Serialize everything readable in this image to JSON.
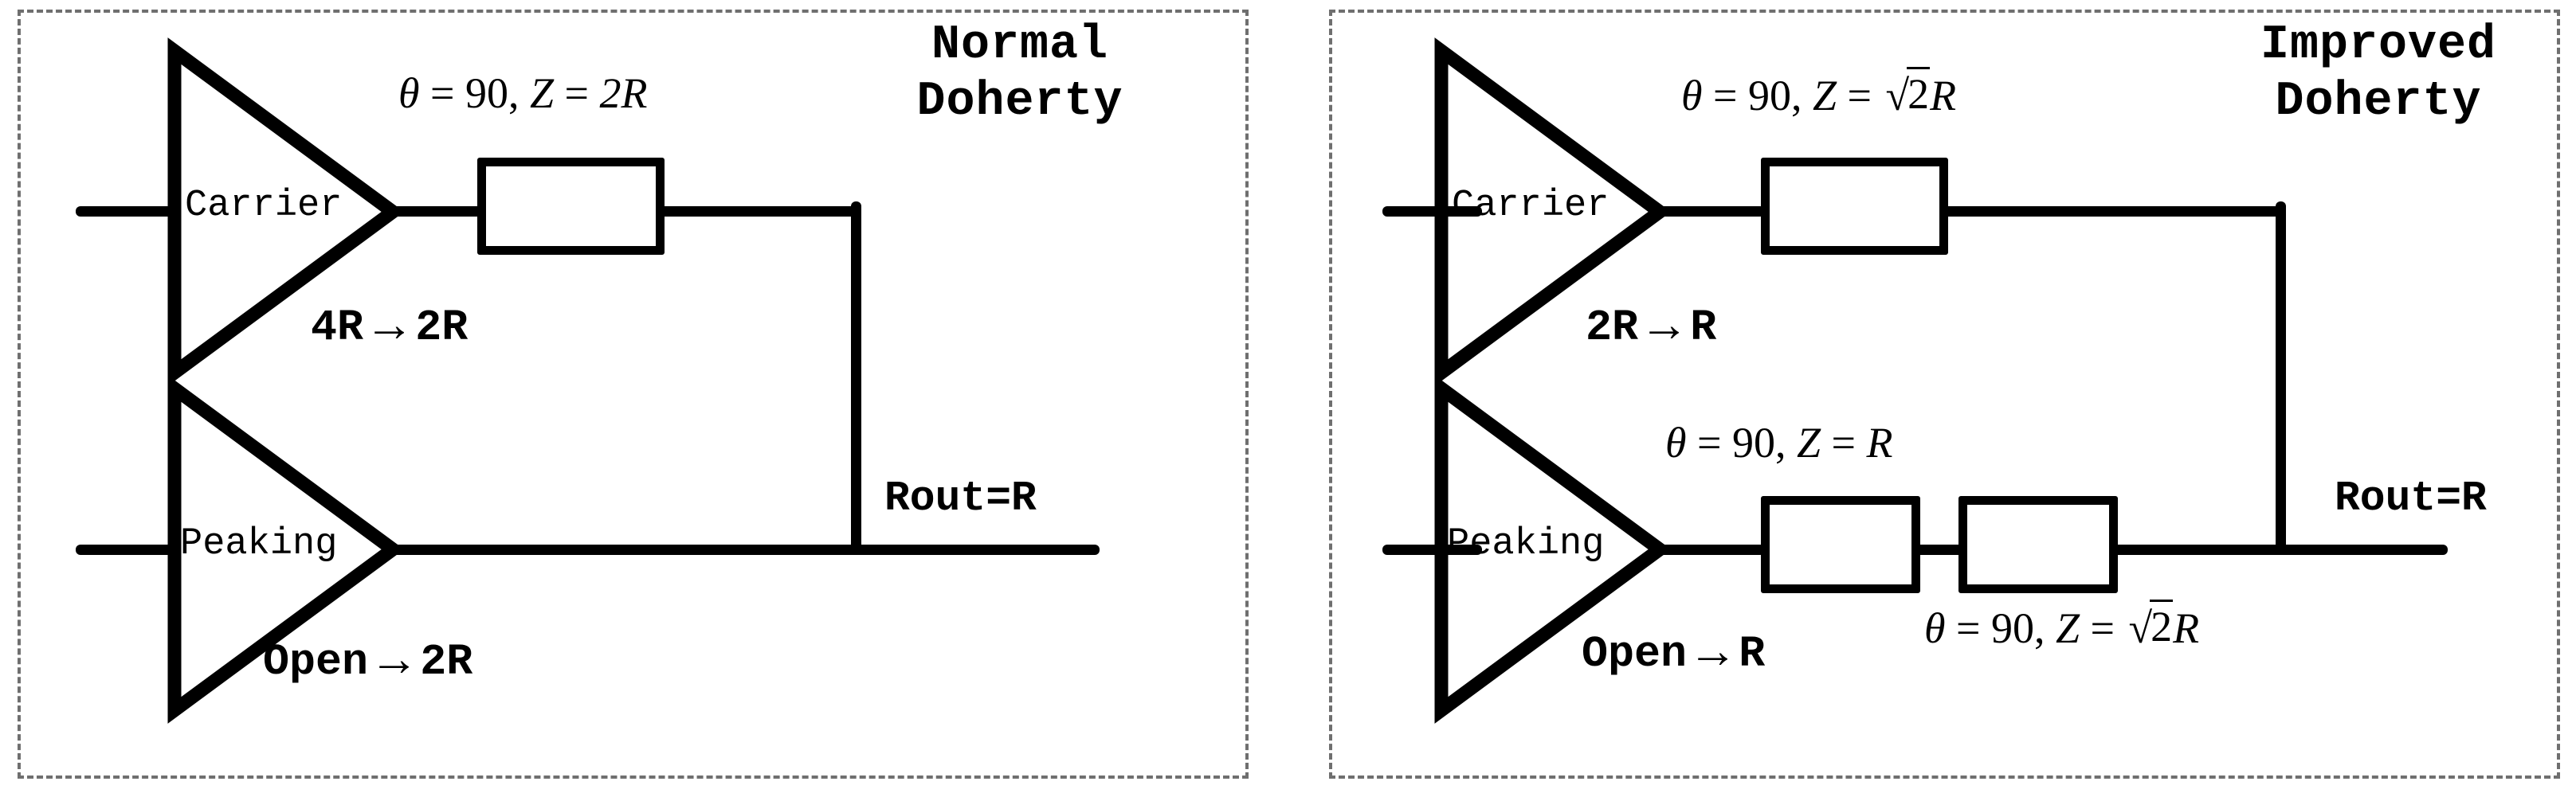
{
  "figure": {
    "type": "circuit-block-diagram",
    "panel_count": 2
  },
  "panels": [
    {
      "id": "normal",
      "title": "Normal\nDoherty",
      "branches": [
        {
          "id": "carrier",
          "amplifier_label": "Carrier",
          "impedance_conversion": {
            "from": "4R",
            "arrow": "→",
            "to": "2R"
          },
          "lines": [
            {
              "label": "θ = 90, Z = 2R",
              "theta": "90",
              "z": "2R",
              "z_has_sqrt": false
            }
          ],
          "resistor_count": 1
        },
        {
          "id": "peaking",
          "amplifier_label": "Peaking",
          "impedance_conversion": {
            "from": "Open",
            "arrow": "→",
            "to": "2R"
          },
          "lines": [],
          "resistor_count": 0
        }
      ],
      "output_label": "Rout=R"
    },
    {
      "id": "improved",
      "title": "Improved\nDoherty",
      "branches": [
        {
          "id": "carrier",
          "amplifier_label": "Carrier",
          "impedance_conversion": {
            "from": "2R",
            "arrow": "→",
            "to": "R"
          },
          "lines": [
            {
              "label": "θ = 90, Z = √2R",
              "theta": "90",
              "z": "√2R",
              "z_has_sqrt": true
            }
          ],
          "resistor_count": 1
        },
        {
          "id": "peaking",
          "amplifier_label": "Peaking",
          "impedance_conversion": {
            "from": "Open",
            "arrow": "→",
            "to": "R"
          },
          "lines": [
            {
              "label": "θ = 90, Z = R",
              "theta": "90",
              "z": "R",
              "z_has_sqrt": false
            },
            {
              "label": "θ = 90, Z = √2R",
              "theta": "90",
              "z": "√2R",
              "z_has_sqrt": true
            }
          ],
          "resistor_count": 2
        }
      ],
      "output_label": "Rout=R"
    }
  ],
  "symbols": {
    "theta": "θ",
    "equals": "=",
    "comma": ",",
    "Z": "Z",
    "R": "R",
    "arrow_right": "→",
    "sqrt": "√",
    "angle_value": "90",
    "two": "2",
    "radicand_2": "2"
  },
  "colors": {
    "ink": "#000000",
    "panel_border": "#6f6f6f",
    "background": "#ffffff"
  }
}
